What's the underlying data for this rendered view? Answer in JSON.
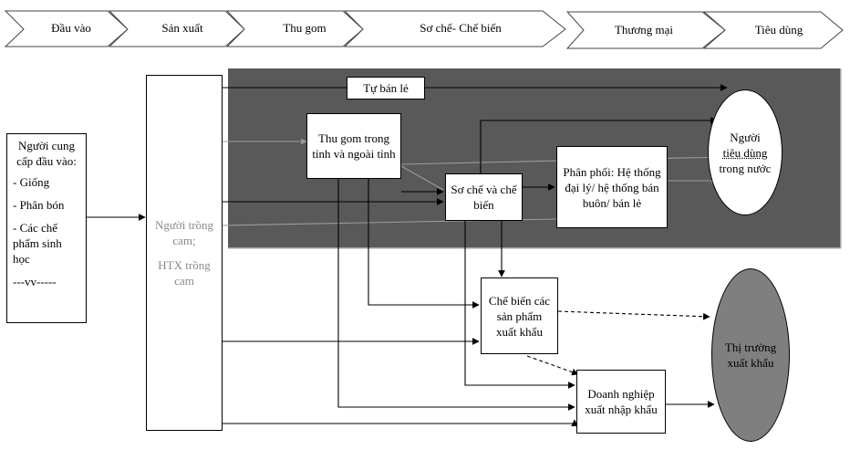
{
  "chain_stages": [
    "Đầu vào",
    "Sản xuất",
    "Thu gom",
    "Sơ chế- Chế biến",
    "Thương mại",
    "Tiêu dùng"
  ],
  "input_supplier": {
    "title": "Người cung cấp đầu vào:",
    "items": [
      "- Giống",
      "- Phân bón",
      "- Các chế phẩm sinh học",
      "---vv-----"
    ]
  },
  "grower": {
    "line1": "Người trồng cam;",
    "line2": "HTX trồng cam"
  },
  "self_retail": "Tự bán lẻ",
  "collector": "Thu gom trong tỉnh và ngoài tỉnh",
  "preprocess": "Sơ chế và chế biến",
  "distribution": "Phân phối: Hệ thống đại lý/ hệ thống bán buôn/ bán lẻ",
  "domestic_consumer": {
    "word1": "Người",
    "word2": "tiêu dùng",
    "rest": "trong nước"
  },
  "export_processing": "Chế biến các sản phẩm xuất khẩu",
  "export_enterprise": "Doanh nghiệp xuất nhập khẩu",
  "export_market": "Thị trường xuất khẩu",
  "colors": {
    "dark_region": "#595959",
    "export_market_fill": "#7f7f7f"
  }
}
